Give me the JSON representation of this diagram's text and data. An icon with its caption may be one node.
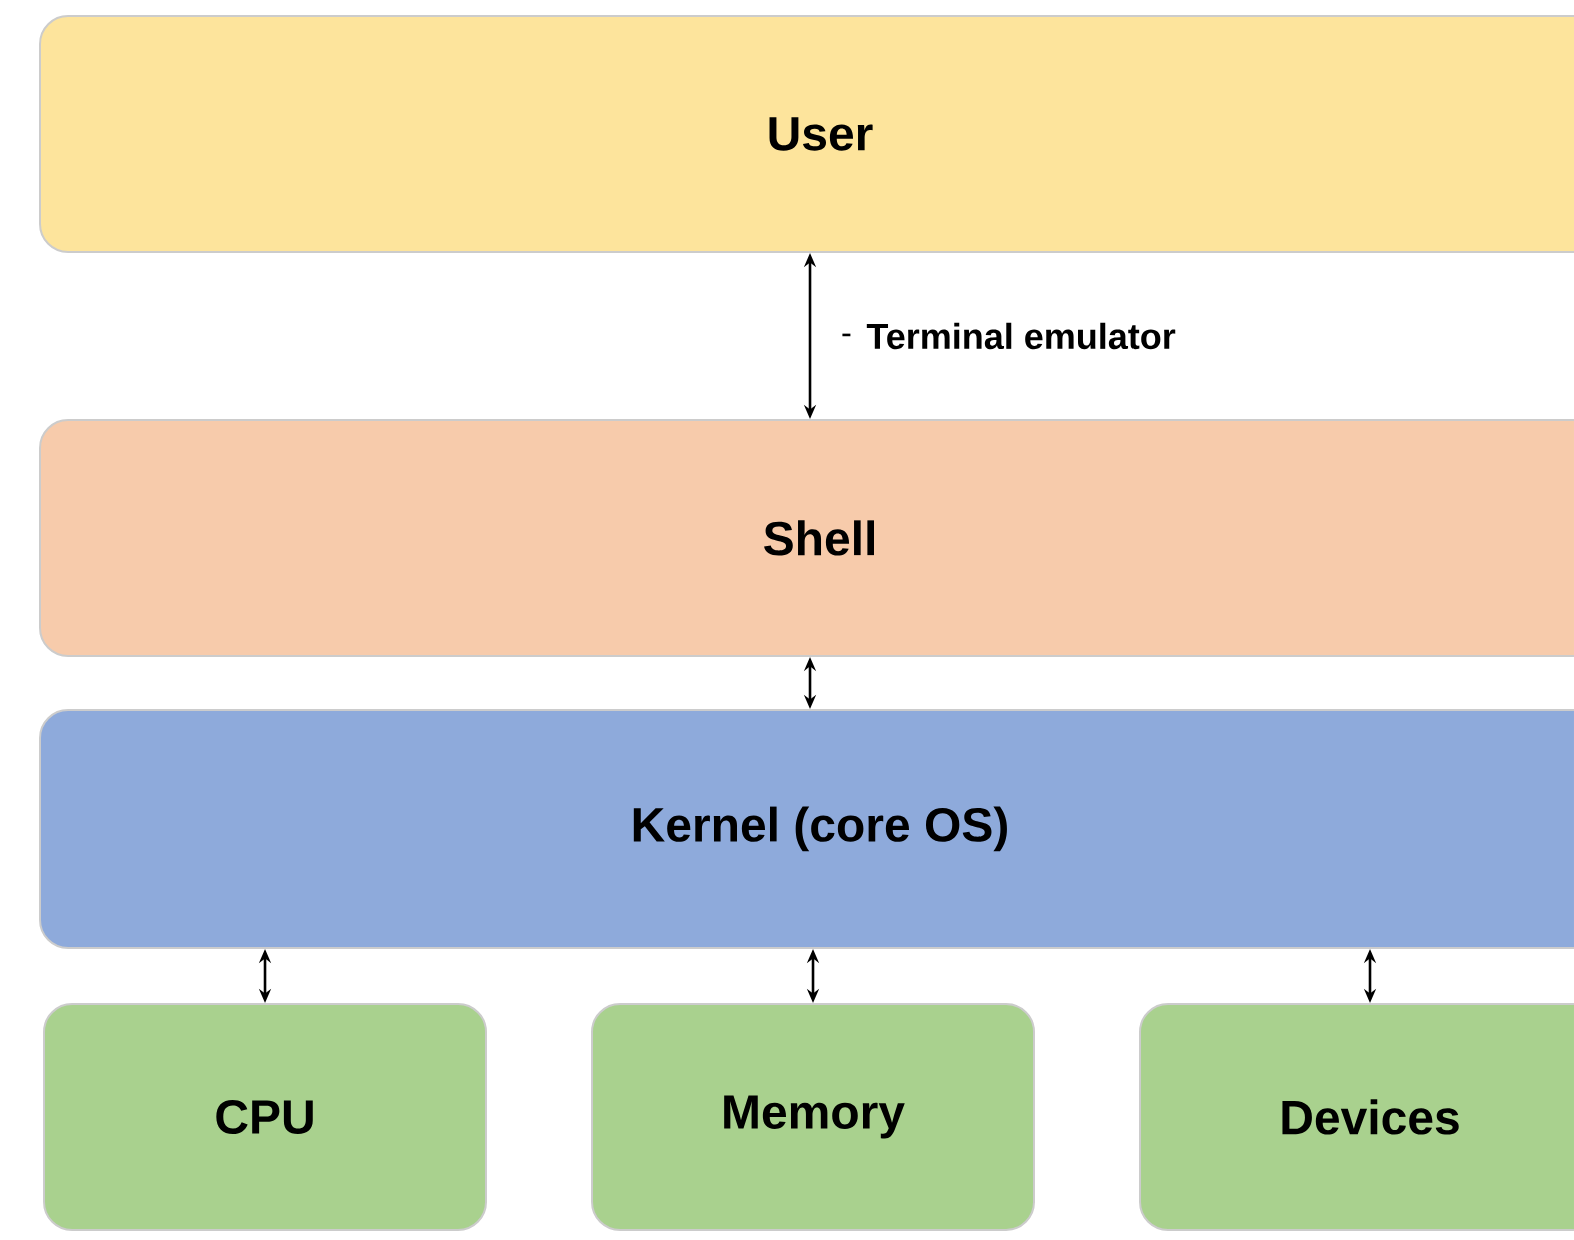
{
  "diagram": {
    "nodes": [
      {
        "text": [
          "User"
        ]
      },
      {
        "text": [
          "Shell"
        ]
      },
      {
        "text": [
          "Kernel (core OS)"
        ]
      },
      {
        "text": [
          "CPU"
        ]
      },
      {
        "text": [
          "Memory"
        ]
      },
      {
        "text": [
          "Devices"
        ]
      }
    ],
    "edges": [
      {
        "from": 0,
        "to": 1,
        "arrow": "both",
        "label": "Terminal emulator"
      },
      {
        "from": 1,
        "to": 2,
        "arrow": "both"
      },
      {
        "from": 2,
        "to": 3,
        "arrow": "both"
      },
      {
        "from": 2,
        "to": 4,
        "arrow": "both"
      },
      {
        "from": 2,
        "to": 5,
        "arrow": "both"
      }
    ]
  }
}
